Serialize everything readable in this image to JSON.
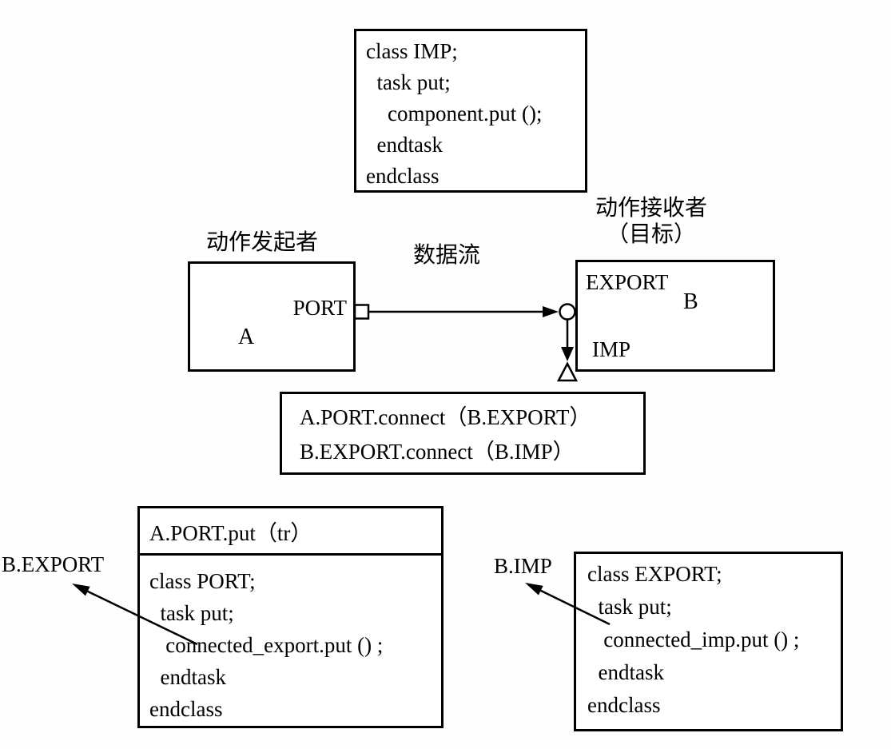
{
  "labels": {
    "initiator": "动作发起者",
    "dataflow": "数据流",
    "receiver_line1": "动作接收者",
    "receiver_line2": "（目标）"
  },
  "imp_class_box": {
    "lines": [
      "class IMP;",
      "  task put;",
      "    component.put ();",
      "  endtask",
      "endclass"
    ]
  },
  "component_a": {
    "port_label": "PORT",
    "name": "A"
  },
  "component_b": {
    "export_label": "EXPORT",
    "name": "B",
    "imp_label": "IMP"
  },
  "connect_box": {
    "lines": [
      "A.PORT.connect（B.EXPORT）",
      "B.EXPORT.connect（B.IMP）"
    ]
  },
  "port_class_box": {
    "header": "A.PORT.put（tr）",
    "lines": [
      "class PORT;",
      "  task put;",
      "   connected_export.put () ;",
      "  endtask",
      "endclass"
    ],
    "arrow_target": "B.EXPORT"
  },
  "export_class_box": {
    "lines": [
      "class EXPORT;",
      "  task put;",
      "   connected_imp.put () ;",
      "  endtask",
      "endclass"
    ],
    "arrow_target": "B.IMP"
  },
  "colors": {
    "line": "#000000",
    "background": "#ffffff"
  }
}
